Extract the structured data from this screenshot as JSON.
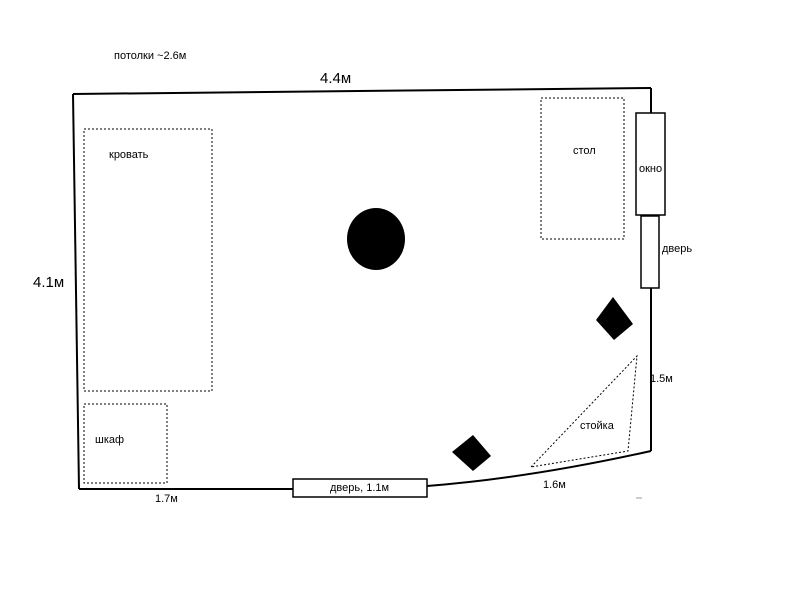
{
  "title": "потолки ~2.6м",
  "dimensions": {
    "top": "4.4м",
    "left": "4.1м",
    "bottom_left": "1.7м",
    "bottom_right": "1.6м",
    "right_lower": "1.5м"
  },
  "zones": {
    "bed": "кровать",
    "wardrobe": "шкаф",
    "desk": "стол",
    "rack": "стойка"
  },
  "openings": {
    "window": "окно",
    "side_door": "дверь",
    "main_door": "дверь, 1.1м"
  }
}
